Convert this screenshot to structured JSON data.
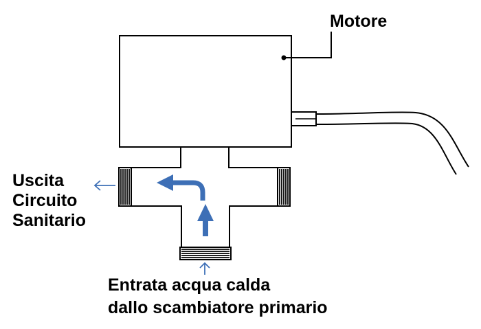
{
  "labels": {
    "motor": "Motore",
    "outlet": [
      "Uscita",
      "Circuito",
      "Sanitario"
    ],
    "inlet": [
      "Entrata acqua calda",
      "dallo scambiatore primario"
    ]
  },
  "colors": {
    "stroke": "#000000",
    "flow_arrow": "#3d6fb6",
    "background": "#ffffff"
  }
}
